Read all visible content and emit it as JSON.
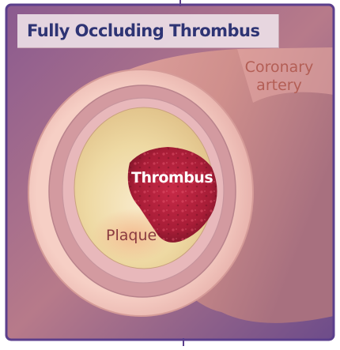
{
  "figure": {
    "title": "Fully Occluding Thrombus",
    "labels": {
      "vessel": [
        "Coronary",
        "artery"
      ],
      "occlusion": "Thrombus",
      "deposit": "Plaque"
    }
  },
  "colors": {
    "title_text": "#2e3474",
    "frame_border": "#5b3f8c",
    "background_outer": "#7a4a83",
    "artery_wall": "#c98a8a",
    "artery_lumen_edge": "#f2c2b7",
    "intima_ring": "#d9a0a5",
    "plaque": "#efd79c",
    "thrombus": "#b0203d",
    "vessel_label": "#b35e55",
    "plaque_label": "#8a3a3f"
  }
}
